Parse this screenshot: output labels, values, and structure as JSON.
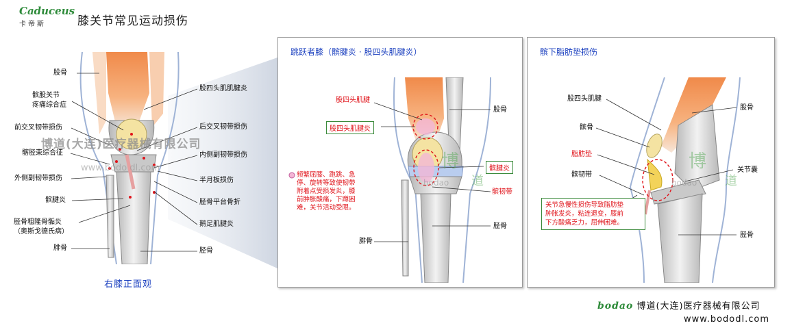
{
  "brand": {
    "logo": "Caduceus",
    "sub": "卡帝斯"
  },
  "title": "膝关节常见运动损伤",
  "main_view": {
    "caption": "右膝正面观",
    "left_labels": [
      "股骨",
      "髌股关节",
      "疼痛综合症",
      "前交叉韧带损伤",
      "髂胫束综合征",
      "外侧副韧带损伤",
      "髌腱炎",
      "胫骨粗隆骨骺炎",
      "（奥斯戈德氏病）",
      "腓骨"
    ],
    "right_labels": [
      "股四头肌肌腱炎",
      "后交叉韧带损伤",
      "内侧副韧带损伤",
      "半月板损伤",
      "胫骨平台骨折",
      "鹅足肌腱炎",
      "胫骨"
    ]
  },
  "watermark": {
    "company": "博道(大连)医疗器械有限公司",
    "url": "www.bodo dl.com",
    "logo": "bodao",
    "glyph": "博",
    "glyph2": "道"
  },
  "panel_jumper": {
    "title": "跳跃者膝（髌腱炎 · 股四头肌腱炎）",
    "labels": {
      "quad_tendon": "股四头肌腱",
      "quad_tendinitis": "股四头肌腱炎",
      "femur": "股骨",
      "patellar_tendinitis": "髌腱炎",
      "patellar_ligament": "髌韧带",
      "tibia": "胫骨",
      "fibula": "腓骨"
    },
    "note": [
      "频繁屈膝、跑跳、急",
      "停、旋转等致使韧带",
      "附着点受损发炎，膝",
      "前肿胀酸痛，下蹲困",
      "难，关节活动受限。"
    ]
  },
  "panel_fatpad": {
    "title": "髌下脂肪垫损伤",
    "labels": {
      "quad_tendon": "股四头肌腱",
      "femur": "股骨",
      "patella": "髌骨",
      "fat_pad": "脂肪垫",
      "patellar_ligament": "髌韧带",
      "capsule": "关节囊",
      "tibia": "胫骨"
    },
    "note": [
      "关节急慢性损伤导致脂肪垫",
      "肿胀发炎，粘连退变，膝前",
      "下方酸痛乏力，屈伸困难。"
    ]
  },
  "footer": {
    "logo": "bodao",
    "company": "博道(大连)医疗器械有限公司",
    "url": "www.bododl.com"
  },
  "colors": {
    "title_blue": "#1a3fbf",
    "note_red": "#e0141b",
    "muscle_orange": "#ee7a3a",
    "bone_gray": "#d9d9d9",
    "brand_green": "#2e8b3a"
  }
}
